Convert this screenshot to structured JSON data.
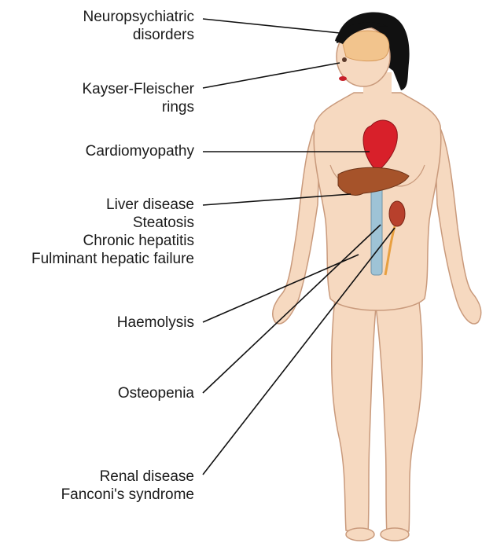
{
  "labels": {
    "neuro": [
      "Neuropsychiatric",
      "disorders"
    ],
    "kayser": [
      "Kayser-Fleischer",
      "rings"
    ],
    "cardio": [
      "Cardiomyopathy"
    ],
    "liver": [
      "Liver disease",
      "Steatosis",
      "Chronic hepatitis",
      "Fulminant hepatic failure"
    ],
    "haemolysis": [
      "Haemolysis"
    ],
    "osteopenia": [
      "Osteopenia"
    ],
    "renal": [
      "Renal disease",
      "Fanconi's syndrome"
    ]
  },
  "colors": {
    "skin": "#f6d9c0",
    "skin_outline": "#c99a7c",
    "hair": "#111111",
    "heart": "#d8202a",
    "liver": "#a6532a",
    "kidney": "#b8402c",
    "spine": "#9ec3d6",
    "brain": "#f2c48d",
    "leader_line": "#111111"
  }
}
